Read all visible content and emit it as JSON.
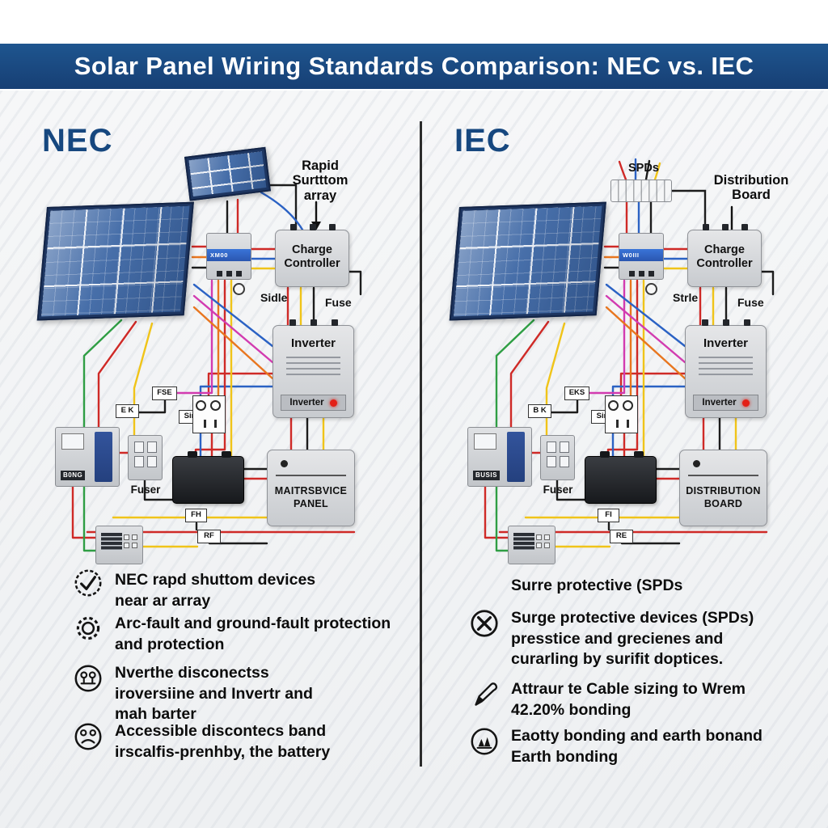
{
  "banner": {
    "title": "Solar Panel Wiring Standards Comparison: NEC vs. IEC",
    "bg_color": "#1b4e8c"
  },
  "accent_color": "#16477f",
  "wire_colors": {
    "red": "#cf2a27",
    "yellow": "#f0c419",
    "blue": "#2b62c4",
    "green": "#2f9e44",
    "magenta": "#d23bb0",
    "orange": "#e8761f",
    "black": "#1c1c1c"
  },
  "nec": {
    "heading": "NEC",
    "array_note": "Rapid Surtttom array",
    "combiner_label": "XM00",
    "charge_controller_label": "Charge Controller",
    "wire_label_left": "Sidle",
    "wire_label_right": "Fuse",
    "inverter_label": "Inverter",
    "inverter_status_label": "Inverter",
    "box_fse": "FSE",
    "box_ek": "E K",
    "box_sinle": "Sinle",
    "meter_label": "B0NG",
    "fuser_caption": "Fuser",
    "service_panel_label": "MAITRSBVICE PANEL",
    "box_fh": "FH",
    "box_rf": "RF",
    "bullets": [
      {
        "icon": "check-badge-icon",
        "text": "NEC rapd shuttom devices near ar array"
      },
      {
        "icon": "gear-icon",
        "text": "Arc-fault and ground-fault protection and protection"
      },
      {
        "icon": "disconnect-circle-icon",
        "text": "Nverthe disconectss iroversiine and Invertr and mah barter"
      },
      {
        "icon": "accessible-circle-icon",
        "text": "Accessible discontecs band irscalfis-prenhby, the battery"
      }
    ]
  },
  "iec": {
    "heading": "IEC",
    "spd_label": "SPDs",
    "distribution_note": "Distribution Board",
    "combiner_label": "W0III",
    "charge_controller_label": "Charge Controller",
    "wire_label_left": "Strle",
    "wire_label_right": "Fuse",
    "inverter_label": "Inverter",
    "inverter_status_label": "Inverter",
    "box_fse": "EKS",
    "box_ek": "B K",
    "box_sinle": "Sinle",
    "meter_label": "BUSIS",
    "fuser_caption": "Fuser",
    "service_panel_label": "DISTRIBUTION BOARD",
    "box_fh": "FI",
    "box_rf": "RE",
    "bullets": [
      {
        "icon": "none",
        "text": "Surre protective (SPDs"
      },
      {
        "icon": "x-circle-icon",
        "text": "Surge protective devices (SPDs) presstice and grecienes and curarling by surifit doptices."
      },
      {
        "icon": "pen-icon",
        "text": "Attraur te Cable sizing to Wrem 42.20% bonding"
      },
      {
        "icon": "earth-bonding-icon",
        "text": "Eaotty bonding and earth bonand Earth bonding"
      }
    ]
  }
}
